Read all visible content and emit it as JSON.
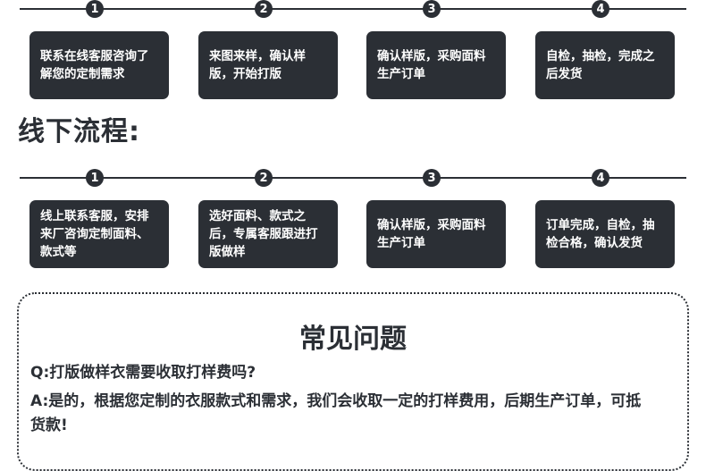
{
  "online_steps": [
    {
      "number": "1",
      "text": "联系在线客服咨询了解您的定制需求"
    },
    {
      "number": "2",
      "text": "来图来样，确认样版，开始打版"
    },
    {
      "number": "3",
      "text": "确认样版，采购面料生产订单"
    },
    {
      "number": "4",
      "text": "自检，抽检，完成之后发货"
    }
  ],
  "offline": {
    "title": "线下流程:",
    "steps": [
      {
        "number": "1",
        "text": "线上联系客服，安排来厂咨询定制面料、款式等"
      },
      {
        "number": "2",
        "text": "选好面料、款式之后，专属客服跟进打版做样"
      },
      {
        "number": "3",
        "text": "确认样版，采购面料生产订单"
      },
      {
        "number": "4",
        "text": "订单完成，自检，抽检合格，确认发货"
      }
    ]
  },
  "faq": {
    "title": "常见问题",
    "question": "Q:打版做样衣需要收取打样费吗?",
    "answer": "A:是的，根据您定制的衣服款式和需求，我们会收取一定的打样费用，后期生产订单，可抵货款!"
  },
  "colors": {
    "dark": "#2b2f35",
    "background": "#ffffff"
  }
}
